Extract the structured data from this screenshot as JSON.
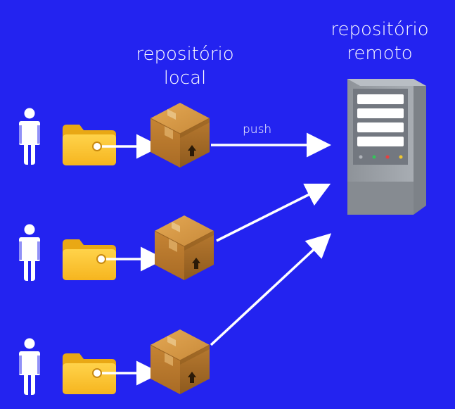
{
  "labels": {
    "local_line1": "repositório",
    "local_line2": "local",
    "remote_line1": "repositório",
    "remote_line2": "remoto",
    "push": "push"
  },
  "icons": {
    "person": "person-icon",
    "folder": "folder-icon",
    "box": "box-icon",
    "server": "server-icon"
  },
  "colors": {
    "background": "#2323f0",
    "arrow": "#ffffff",
    "folder": "#fbc530",
    "box": "#c98a3a",
    "server": "#9aa0a6"
  }
}
